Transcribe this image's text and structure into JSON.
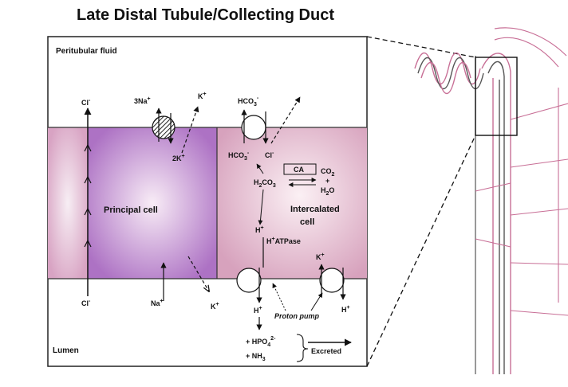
{
  "title": "Late Distal Tubule/Collecting Duct",
  "regions": {
    "peritubular": "Peritubular fluid",
    "lumen": "Lumen"
  },
  "cells": {
    "principal": "Principal cell",
    "intercalated_line1": "Intercalated",
    "intercalated_line2": "cell"
  },
  "labels": {
    "cl_top": "Cl",
    "cl_bottom": "Cl",
    "na3": "3Na",
    "k_pump": "K",
    "k2": "2K",
    "na_lumen": "Na",
    "k_lumen": "K",
    "hco3_top": "HCO",
    "hco3_mid": "HCO",
    "cl_mid": "Cl",
    "ca": "CA",
    "co2": "CO",
    "plus_mid": "+",
    "h2o": "H",
    "h2o_tail": "O",
    "h2co3": "H",
    "h2co3_mid": "CO",
    "h_in": "H",
    "h_atpase": "H",
    "h_atpase_tail": "ATPase",
    "k_apical": "K",
    "h_lumen": "H",
    "h_right": "H",
    "proton_pump": "Proton pump",
    "hpo4": "+ HPO",
    "nh3": "+ NH",
    "excreted": "Excreted"
  },
  "colors": {
    "principal_light": "#f6e6f2",
    "principal_dark": "#b37ec8",
    "intercalated_light": "#f8e3ec",
    "intercalated_dark": "#d9a8c2",
    "tubule_line": "#c86f96"
  }
}
